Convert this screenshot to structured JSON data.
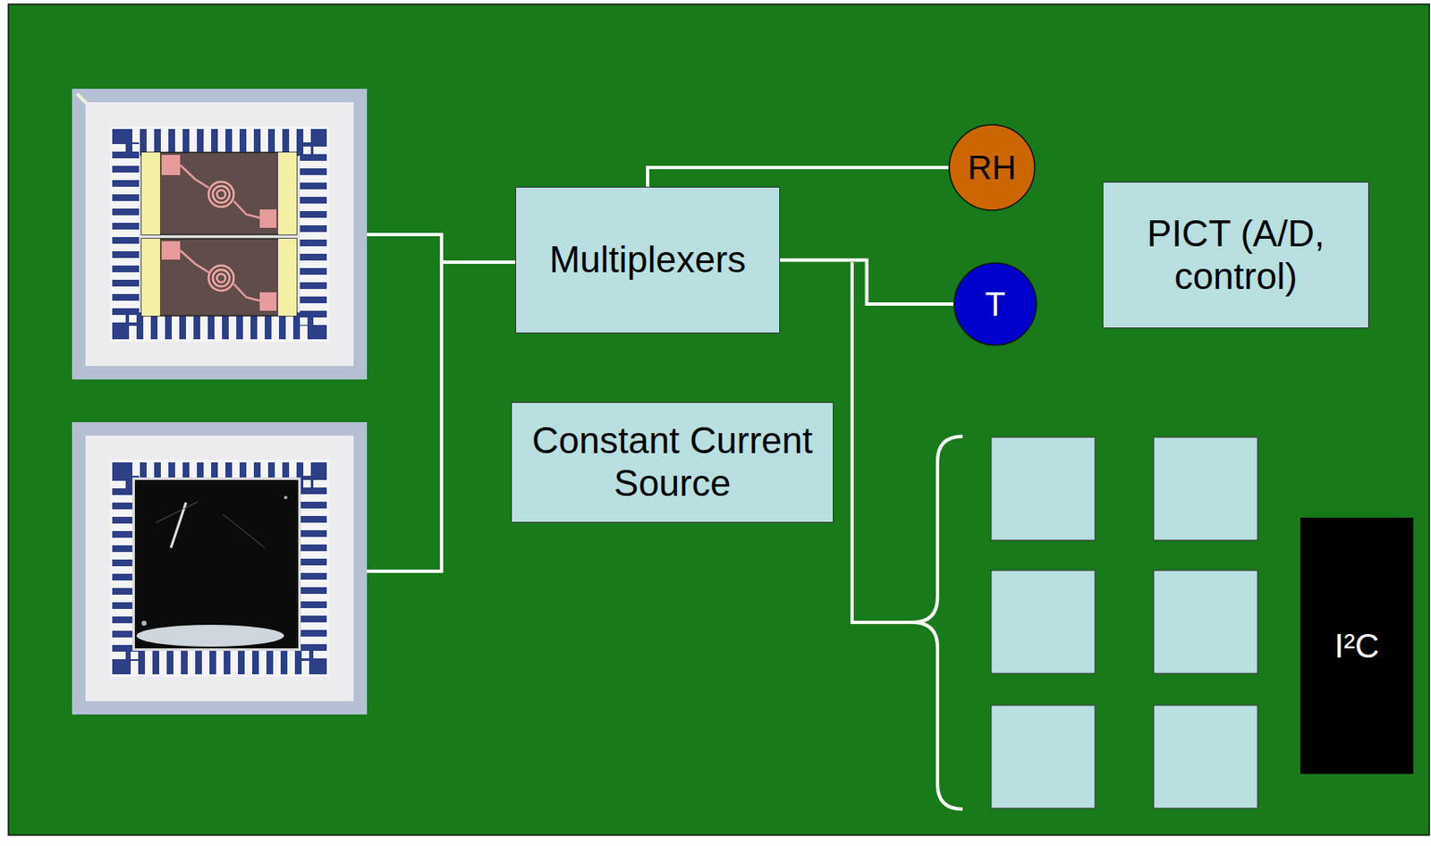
{
  "diagram": {
    "nodes": [
      {
        "text": [
          "Multiplexers"
        ]
      },
      {
        "text": [
          "RH"
        ]
      },
      {
        "text": [
          "PICT (A/D, control)"
        ]
      },
      {
        "text": [
          "T"
        ]
      },
      {
        "text": [
          "Constant Current Source"
        ]
      },
      {
        "text": [
          "I²C"
        ]
      }
    ],
    "edges": [
      {
        "from": 0,
        "to": 1,
        "arrow": "none"
      },
      {
        "from": 0,
        "to": 3,
        "arrow": "none"
      }
    ]
  }
}
